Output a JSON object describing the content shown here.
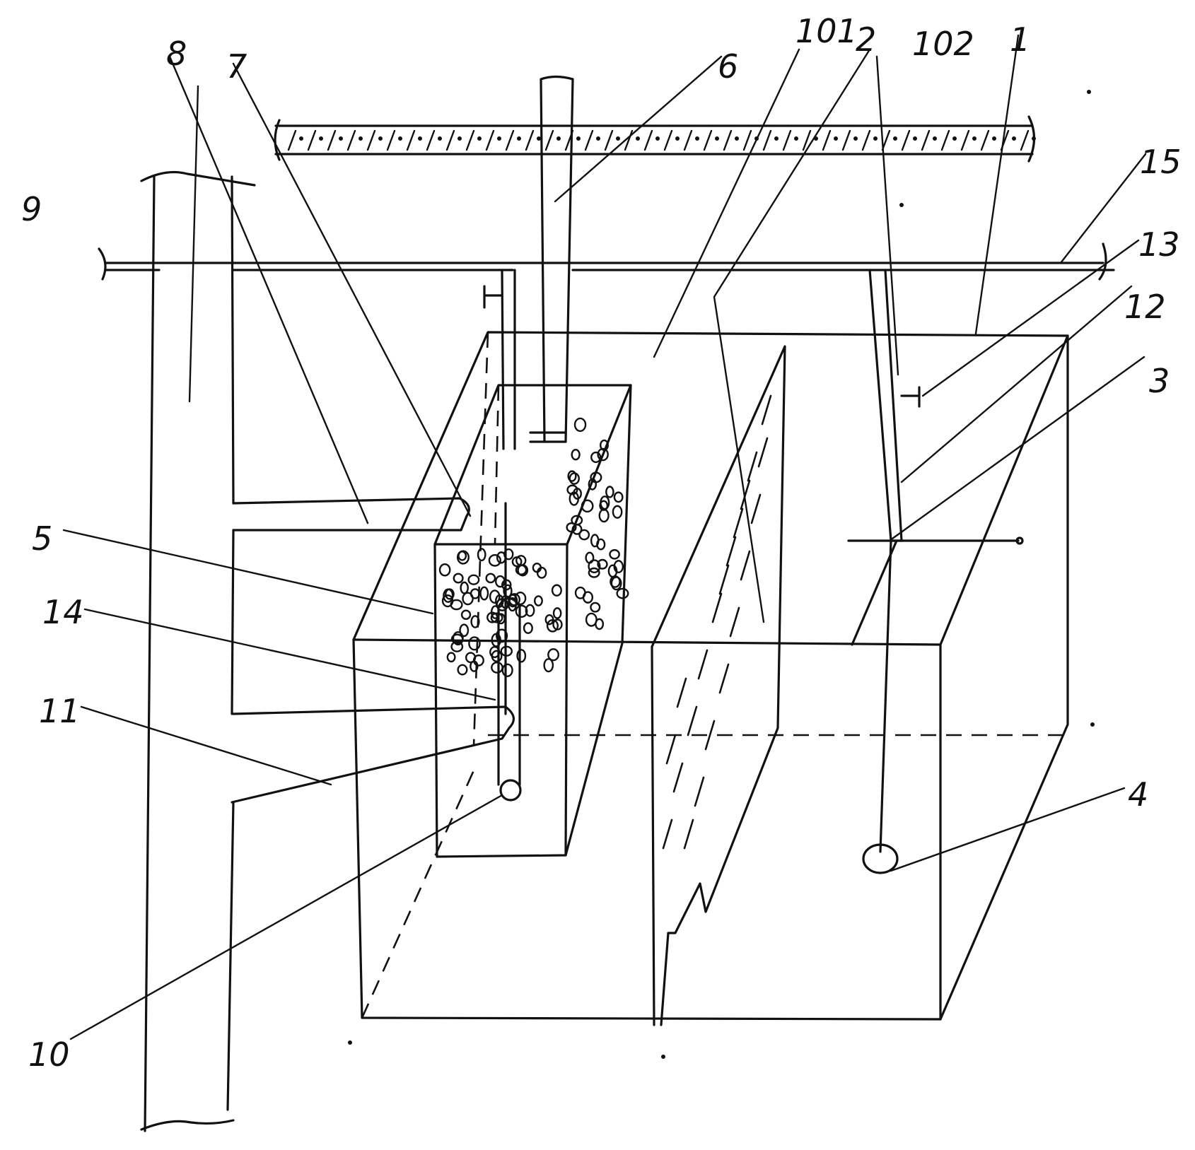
{
  "labels": {
    "l1": "1",
    "l2": "2",
    "l3": "3",
    "l4": "4",
    "l5": "5",
    "l6": "6",
    "l7": "7",
    "l8": "8",
    "l9": "9",
    "l10": "10",
    "l11": "11",
    "l12": "12",
    "l13": "13",
    "l14": "14",
    "l15": "15",
    "l101": "101",
    "l102": "102"
  },
  "colors": {
    "ink": "#111111",
    "paper": "#ffffff"
  }
}
